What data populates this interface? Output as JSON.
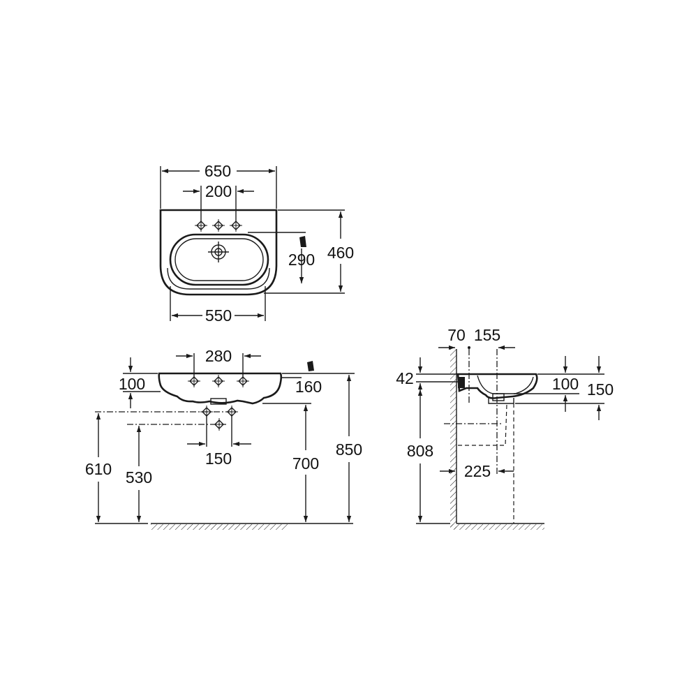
{
  "plan_view": {
    "overall_width": "650",
    "tap_hole_spacing": "200",
    "drain_depth": "290",
    "overall_depth": "460",
    "bowl_width": "550"
  },
  "front_view": {
    "tap_hole_spacing": "280",
    "rim_height": "100",
    "outlet_offset": "160",
    "supply_spacing": "150",
    "supply_height": "610",
    "waste_height": "530",
    "underside_height": "700",
    "rim_top_height": "850"
  },
  "side_view": {
    "wall_offset": "70",
    "tap_hole_offset": "155",
    "back_height": "42",
    "bowl_depth": "100",
    "front_height": "150",
    "bracket_height": "808",
    "pedestal_offset": "225"
  },
  "colors": {
    "line": "#1a1a1a",
    "background": "#ffffff"
  }
}
